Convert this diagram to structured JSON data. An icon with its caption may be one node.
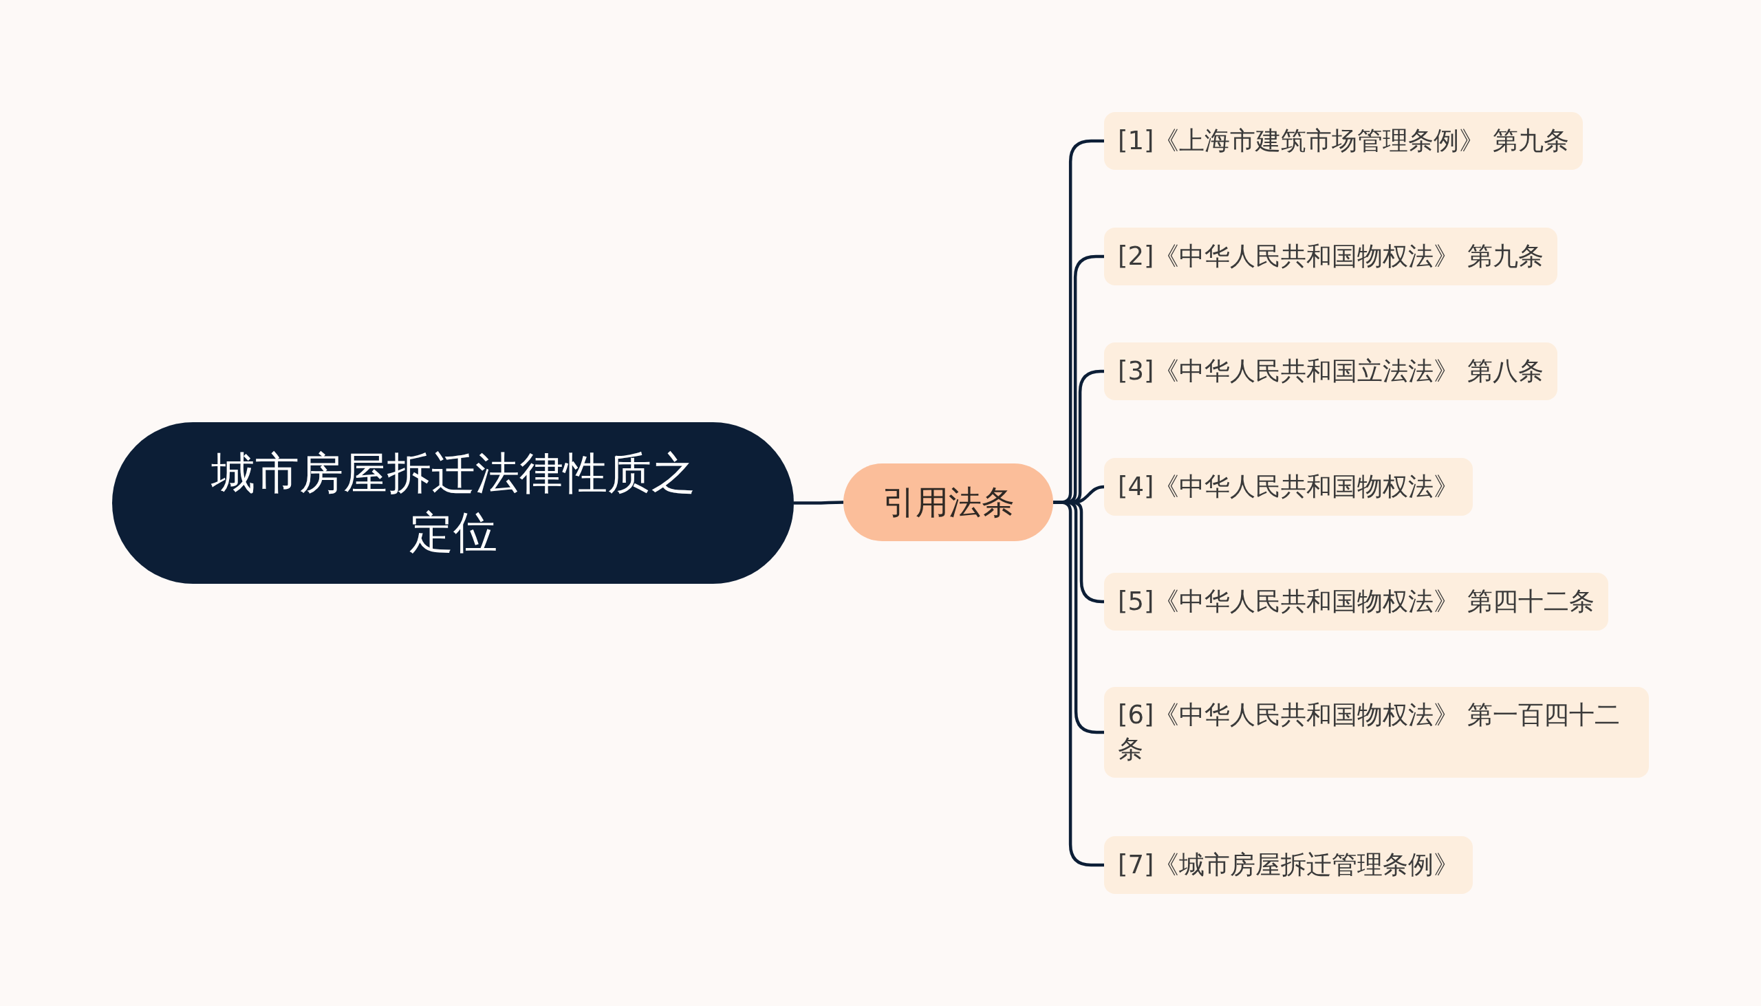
{
  "diagram": {
    "nodes": [
      {
        "text": [
          "城市房屋拆迁法律性质之定位"
        ]
      },
      {
        "text": [
          "引用法条"
        ]
      },
      {
        "text": [
          "[1]《上海市建筑市场管理条例》 第九条"
        ]
      },
      {
        "text": [
          "[2]《中华人民共和国物权法》 第九条"
        ]
      },
      {
        "text": [
          "[3]《中华人民共和国立法法》 第八条"
        ]
      },
      {
        "text": [
          "[4]《中华人民共和国物权法》"
        ]
      },
      {
        "text": [
          "[5]《中华人民共和国物权法》 第四十二条"
        ]
      },
      {
        "text": [
          "[6]《中华人民共和国物权法》 第一百四十二条"
        ]
      },
      {
        "text": [
          "[7]《城市房屋拆迁管理条例》"
        ]
      }
    ],
    "edges": [
      {
        "from": 0,
        "to": 1,
        "arrow": "none"
      },
      {
        "from": 1,
        "to": 2,
        "arrow": "none"
      },
      {
        "from": 1,
        "to": 3,
        "arrow": "none"
      },
      {
        "from": 1,
        "to": 4,
        "arrow": "none"
      },
      {
        "from": 1,
        "to": 5,
        "arrow": "none"
      },
      {
        "from": 1,
        "to": 6,
        "arrow": "none"
      },
      {
        "from": 1,
        "to": 7,
        "arrow": "none"
      },
      {
        "from": 1,
        "to": 8,
        "arrow": "none"
      }
    ]
  }
}
